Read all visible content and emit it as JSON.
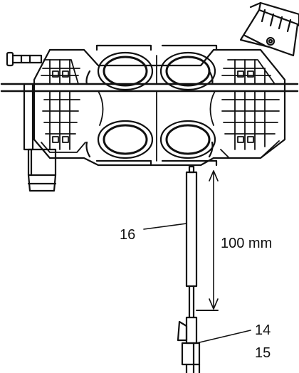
{
  "labels": {
    "part_16": "16",
    "part_14": "14",
    "part_15": "15",
    "dimension": "100 mm"
  },
  "colors": {
    "line": "#111111",
    "background": "#ffffff"
  }
}
